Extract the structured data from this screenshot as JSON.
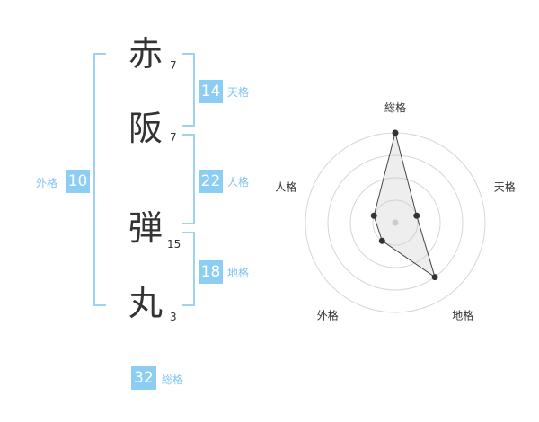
{
  "name_chars": [
    {
      "char": "赤",
      "strokes": "7"
    },
    {
      "char": "阪",
      "strokes": "7"
    },
    {
      "char": "弾",
      "strokes": "15"
    },
    {
      "char": "丸",
      "strokes": "3"
    }
  ],
  "fortunes": {
    "tenkaku": {
      "value": "14",
      "label": "天格"
    },
    "jinkaku": {
      "value": "22",
      "label": "人格"
    },
    "chikaku": {
      "value": "18",
      "label": "地格"
    },
    "gaikaku": {
      "value": "10",
      "label": "外格"
    },
    "soukaku": {
      "value": "32",
      "label": "総格"
    }
  },
  "colors": {
    "accent": "#8ccdf3",
    "bracket": "#9ed2f3",
    "label": "#7fc4ee",
    "text": "#333333"
  },
  "chart_data": {
    "type": "radar",
    "axes": [
      "総格",
      "天格",
      "地格",
      "外格",
      "人格"
    ],
    "values": [
      4,
      1,
      3,
      1,
      1
    ],
    "max": 4,
    "grid": true
  }
}
